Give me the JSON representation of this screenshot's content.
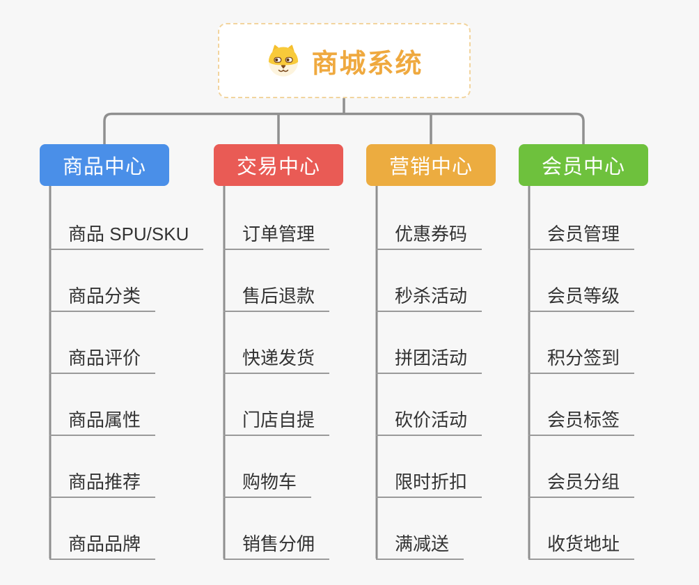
{
  "canvas": {
    "background_color": "#f7f7f7",
    "connector_color": "#8f8f8f",
    "leaf_underline_color": "#9a9a9a",
    "leaf_text_color": "#333333"
  },
  "root": {
    "title": "商城系统",
    "icon": "dog-face",
    "text_color": "#efa93f",
    "border_color": "#f2d49e",
    "background_color": "#ffffff"
  },
  "branches": [
    {
      "id": "product-center",
      "label": "商品中心",
      "color": "#4a8fe8",
      "children": [
        "商品 SPU/SKU",
        "商品分类",
        "商品评价",
        "商品属性",
        "商品推荐",
        "商品品牌"
      ]
    },
    {
      "id": "trade-center",
      "label": "交易中心",
      "color": "#e95b55",
      "children": [
        "订单管理",
        "售后退款",
        "快递发货",
        "门店自提",
        "购物车",
        "销售分佣"
      ]
    },
    {
      "id": "marketing-center",
      "label": "营销中心",
      "color": "#ecac40",
      "children": [
        "优惠券码",
        "秒杀活动",
        "拼团活动",
        "砍价活动",
        "限时折扣",
        "满减送"
      ]
    },
    {
      "id": "member-center",
      "label": "会员中心",
      "color": "#6ec13d",
      "children": [
        "会员管理",
        "会员等级",
        "积分签到",
        "会员标签",
        "会员分组",
        "收货地址"
      ]
    }
  ]
}
